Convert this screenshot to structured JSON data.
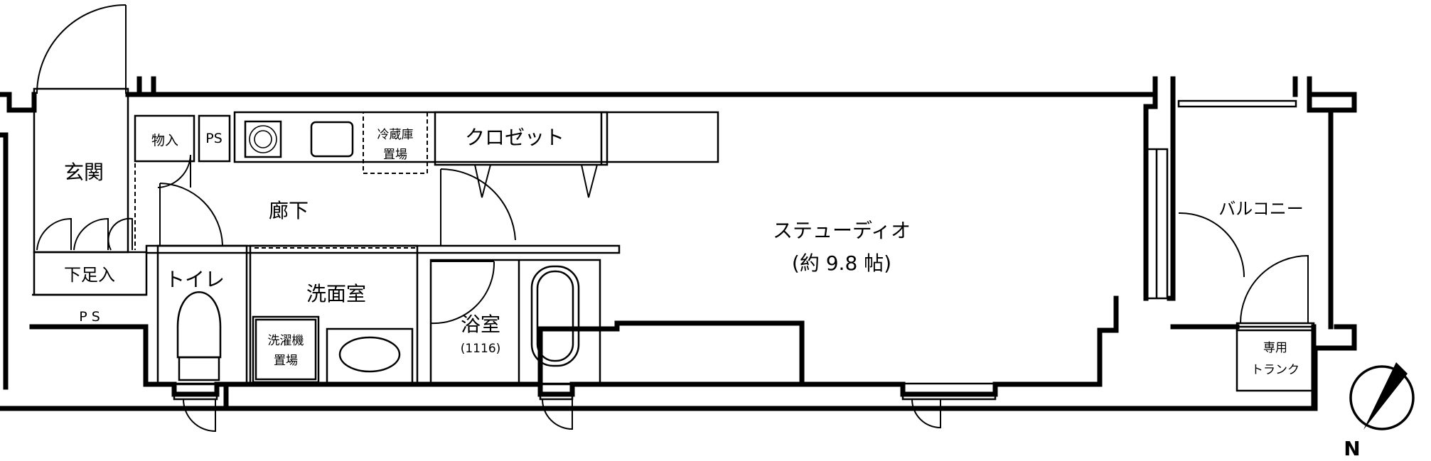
{
  "rooms": {
    "entrance": "玄関",
    "storage": "物入",
    "ps_upper": "PS",
    "fridge_line1": "冷蔵庫",
    "fridge_line2": "置場",
    "closet": "クロゼット",
    "hallway": "廊下",
    "studio_name": "ステューディオ",
    "studio_size": "(約 9.8 帖)",
    "balcony": "バルコニー",
    "shoe_box": "下足入",
    "toilet": "トイレ",
    "washroom": "洗面室",
    "ps_lower": "P S",
    "washer_line1": "洗濯機",
    "washer_line2": "置場",
    "bath": "浴室",
    "bath_size": "(1116)",
    "trunk_line1": "専用",
    "trunk_line2": "トランク"
  },
  "compass": {
    "north": "N"
  }
}
